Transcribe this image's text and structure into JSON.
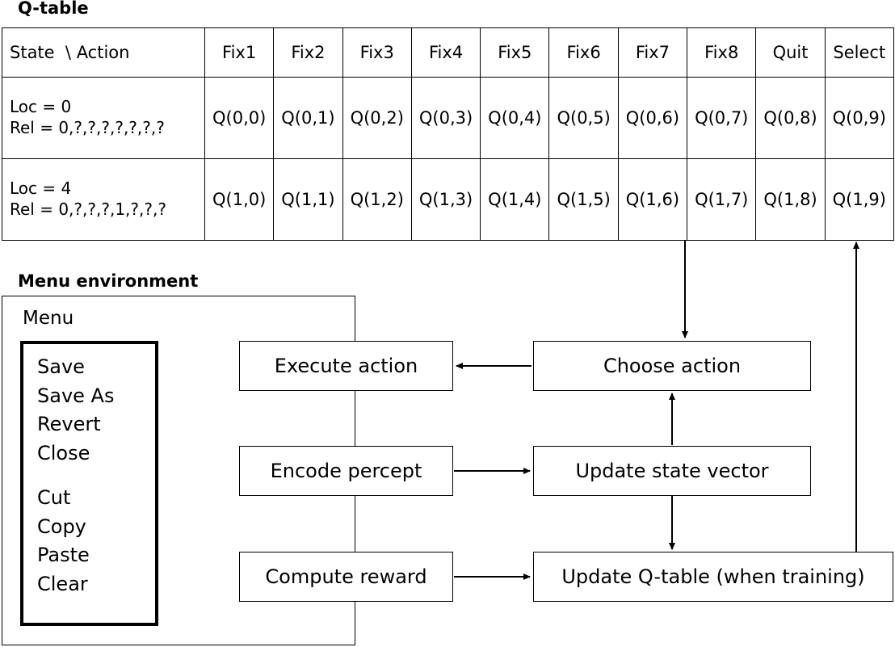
{
  "sections": {
    "qtable_title": "Q-table",
    "menu_env_title": "Menu environment"
  },
  "qtable": {
    "corner_header": "State  \\ Action",
    "action_columns": [
      "Fix1",
      "Fix2",
      "Fix3",
      "Fix4",
      "Fix5",
      "Fix6",
      "Fix7",
      "Fix8",
      "Quit",
      "Select"
    ],
    "rows": [
      {
        "state_line1": "Loc = 0",
        "state_line2": "Rel = 0,?,?,?,?,?,?,?",
        "cells": [
          "Q(0,0)",
          "Q(0,1)",
          "Q(0,2)",
          "Q(0,3)",
          "Q(0,4)",
          "Q(0,5)",
          "Q(0,6)",
          "Q(0,7)",
          "Q(0,8)",
          "Q(0,9)"
        ]
      },
      {
        "state_line1": "Loc = 4",
        "state_line2": "Rel = 0,?,?,?,1,?,?,?",
        "cells": [
          "Q(1,0)",
          "Q(1,1)",
          "Q(1,2)",
          "Q(1,3)",
          "Q(1,4)",
          "Q(1,5)",
          "Q(1,6)",
          "Q(1,7)",
          "Q(1,8)",
          "Q(1,9)"
        ]
      }
    ]
  },
  "menu_environment": {
    "label": "Menu",
    "items": [
      "Save",
      "Save As",
      "Revert",
      "Close",
      "",
      "Cut",
      "Copy",
      "Paste",
      "Clear"
    ]
  },
  "flow": {
    "execute_action": "Execute action",
    "choose_action": "Choose action",
    "encode_percept": "Encode percept",
    "update_state_vector": "Update state vector",
    "compute_reward": "Compute reward",
    "update_qtable": "Update Q-table (when training)"
  },
  "colors": {
    "stroke": "#000000",
    "background": "#ffffff"
  }
}
